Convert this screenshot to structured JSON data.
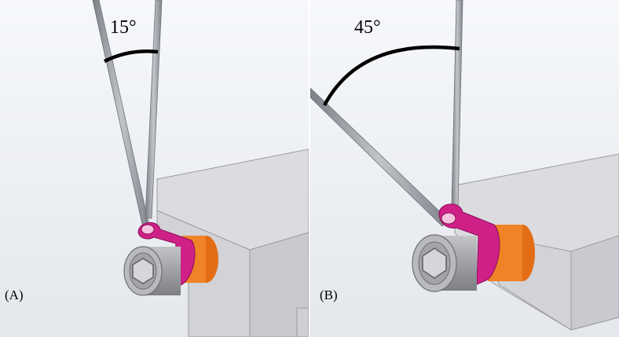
{
  "panels": [
    {
      "id": "A",
      "label": "(A)",
      "angle_text": "15°",
      "angle_deg": 15
    },
    {
      "id": "B",
      "label": "(B)",
      "angle_text": "45°",
      "angle_deg": 45
    }
  ],
  "colors": {
    "background_top": "#f4f7fb",
    "background_bottom": "#dfe3ea",
    "rod": "#a8aab0",
    "rod_edge": "#6e7178",
    "block_top": "#d9d9dd",
    "block_front": "#cfcfd4",
    "block_side": "#bfbfc6",
    "bolt": "#9c9ca2",
    "bolt_face": "#b7b8bd",
    "clamp": "#cc1f85",
    "spacer": "#e87720",
    "arc": "#000000"
  }
}
